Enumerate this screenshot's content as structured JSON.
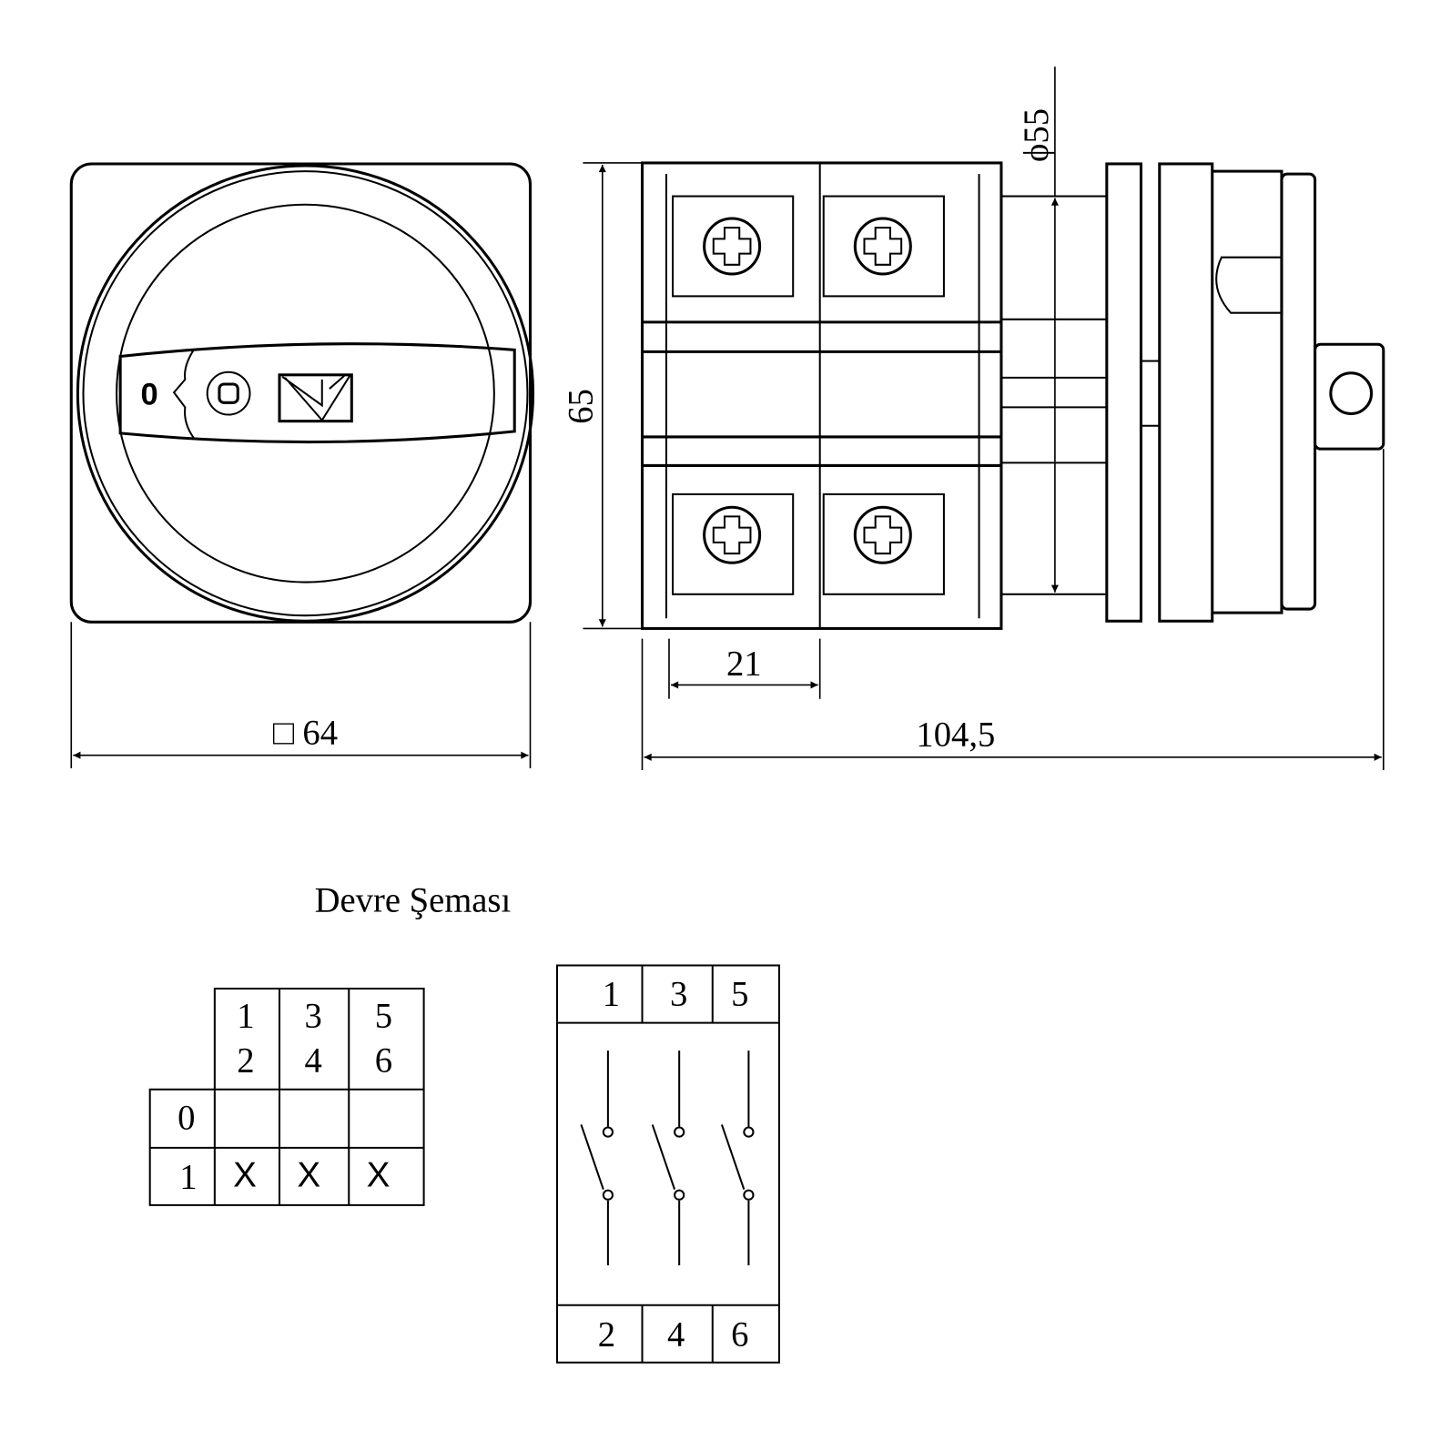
{
  "front_view": {
    "knob_position_label": "0",
    "width_symbol": "□",
    "width_value": "64"
  },
  "side_view": {
    "height_value": "65",
    "terminal_pitch_value": "21",
    "length_value": "104,5",
    "diameter_label": "ϕ55"
  },
  "circuit": {
    "title": "Devre Şeması",
    "table": {
      "columns": [
        [
          "1",
          "2"
        ],
        [
          "3",
          "4"
        ],
        [
          "5",
          "6"
        ]
      ],
      "rows": [
        {
          "position": "0",
          "cells": [
            "",
            "",
            ""
          ]
        },
        {
          "position": "1",
          "cells": [
            "X",
            "X",
            "X"
          ]
        }
      ]
    },
    "schematic": {
      "top_terminals": [
        "1",
        "3",
        "5"
      ],
      "bottom_terminals": [
        "2",
        "4",
        "6"
      ]
    }
  }
}
